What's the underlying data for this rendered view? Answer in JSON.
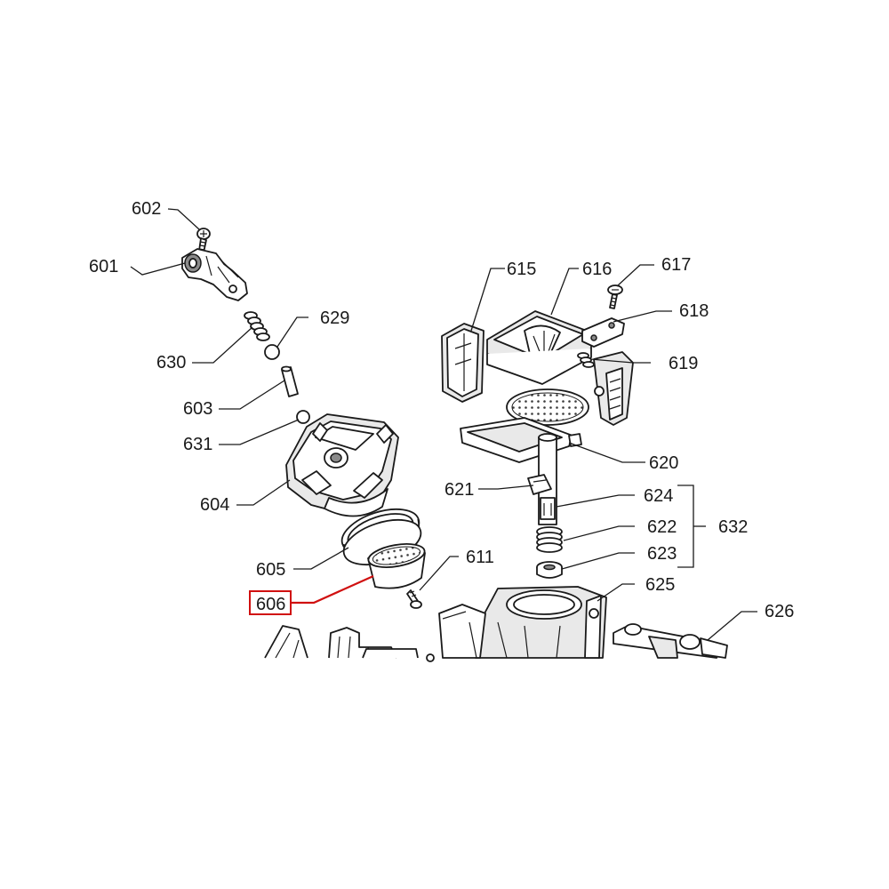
{
  "highlight_color": "#d01010",
  "highlighted_part": "606",
  "callouts": {
    "c601": "601",
    "c602": "602",
    "c603": "603",
    "c604": "604",
    "c605": "605",
    "c606": "606",
    "c611": "611",
    "c615": "615",
    "c616": "616",
    "c617": "617",
    "c618": "618",
    "c619": "619",
    "c620": "620",
    "c621": "621",
    "c622": "622",
    "c623": "623",
    "c624": "624",
    "c625": "625",
    "c626": "626",
    "c629": "629",
    "c630": "630",
    "c631": "631",
    "c632": "632"
  }
}
